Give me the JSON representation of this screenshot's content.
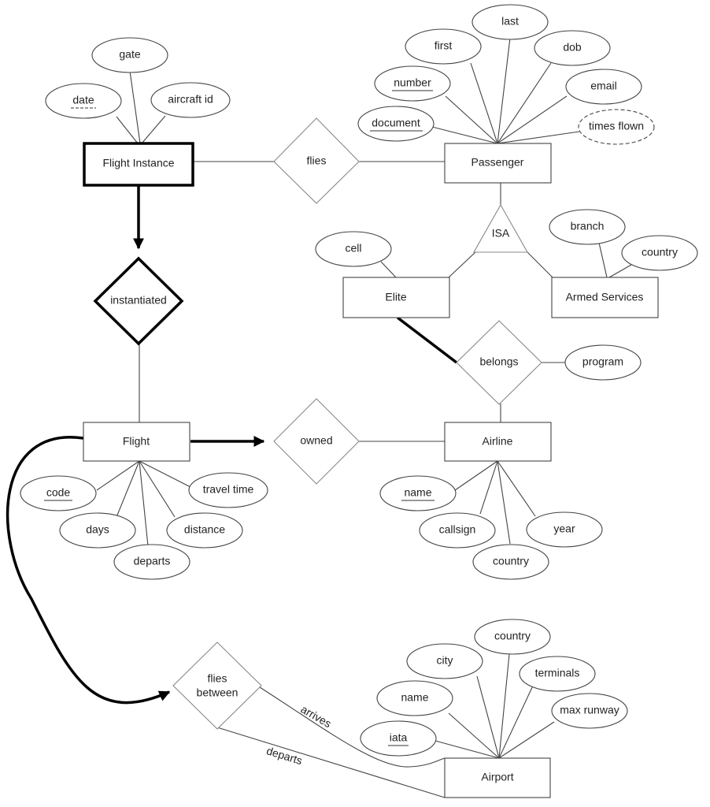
{
  "entities": {
    "flight_instance": "Flight Instance",
    "passenger": "Passenger",
    "elite": "Elite",
    "armed_services": "Armed Services",
    "flight": "Flight",
    "airline": "Airline",
    "airport": "Airport"
  },
  "relationships": {
    "flies": "flies",
    "isa": "ISA",
    "instantiated": "instantiated",
    "belongs": "belongs",
    "owned": "owned",
    "flies_between_1": "flies",
    "flies_between_2": "between"
  },
  "attributes": {
    "flight_instance": {
      "gate": "gate",
      "date": "date",
      "aircraft_id": "aircraft id"
    },
    "passenger": {
      "first": "first",
      "last": "last",
      "dob": "dob",
      "number": "number",
      "email": "email",
      "document": "document",
      "times_flown": "times flown"
    },
    "elite": {
      "cell": "cell"
    },
    "armed_services": {
      "branch": "branch",
      "country": "country"
    },
    "belongs": {
      "program": "program"
    },
    "flight": {
      "code": "code",
      "travel_time": "travel time",
      "days": "days",
      "distance": "distance",
      "departs": "departs"
    },
    "airline": {
      "name": "name",
      "callsign": "callsign",
      "year": "year",
      "country": "country"
    },
    "airport": {
      "country": "country",
      "city": "city",
      "terminals": "terminals",
      "name": "name",
      "max_runway": "max runway",
      "iata": "iata"
    }
  },
  "edge_labels": {
    "arrives": "arrives",
    "departs": "departs"
  }
}
